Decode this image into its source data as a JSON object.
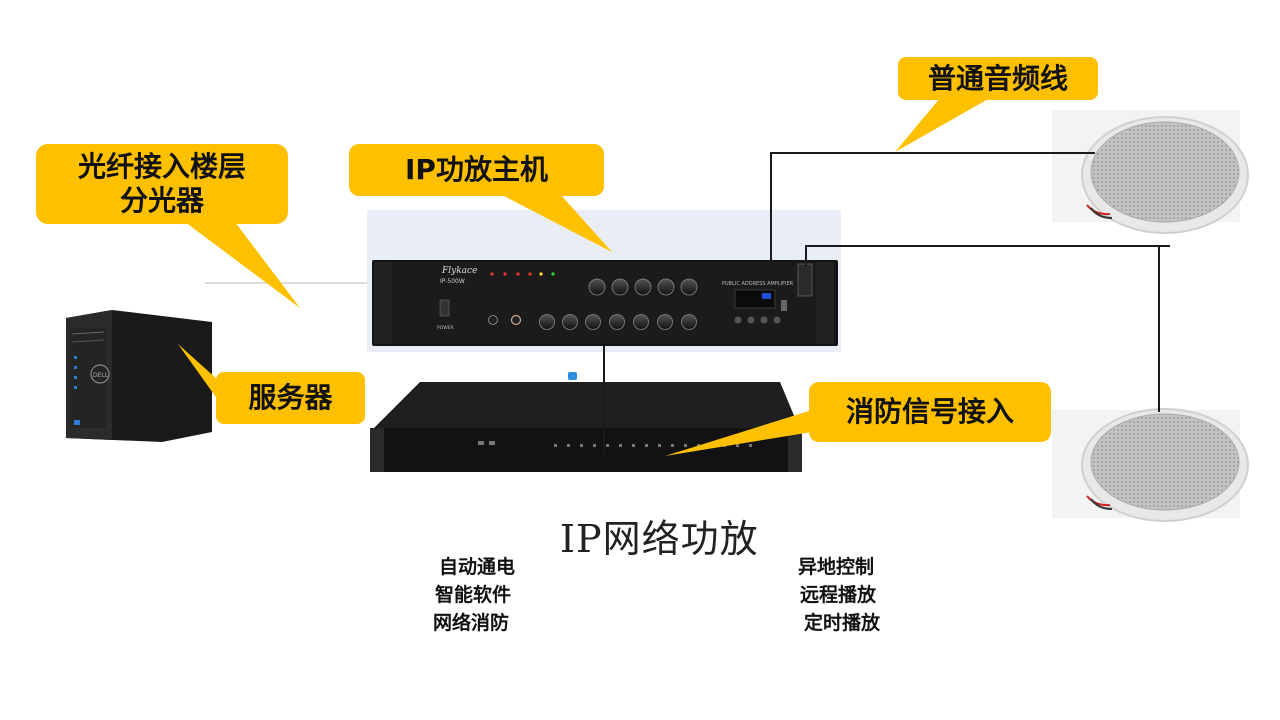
{
  "callouts": {
    "audio_cable": "普通音频线",
    "fiber_splitter_line1": "光纤接入楼层",
    "fiber_splitter_line2": "分光器",
    "amplifier_host": "IP功放主机",
    "server": "服务器",
    "fire_signal": "消防信号接入"
  },
  "title": "IP网络功放",
  "features_left": [
    "自动通电",
    "智能软件",
    "网络消防"
  ],
  "features_right": [
    "异地控制",
    "远程播放",
    "定时播放"
  ],
  "device_labels": {
    "brand": "Flykace",
    "model": "IP-500W",
    "panel_text": "PUBLIC ADDRESS AMPLIFIER",
    "power": "POWER",
    "server_brand": "DELL"
  },
  "colors": {
    "callout_fill": "#FFC000",
    "line": "#1a1a1a",
    "device_body": "#141414"
  }
}
